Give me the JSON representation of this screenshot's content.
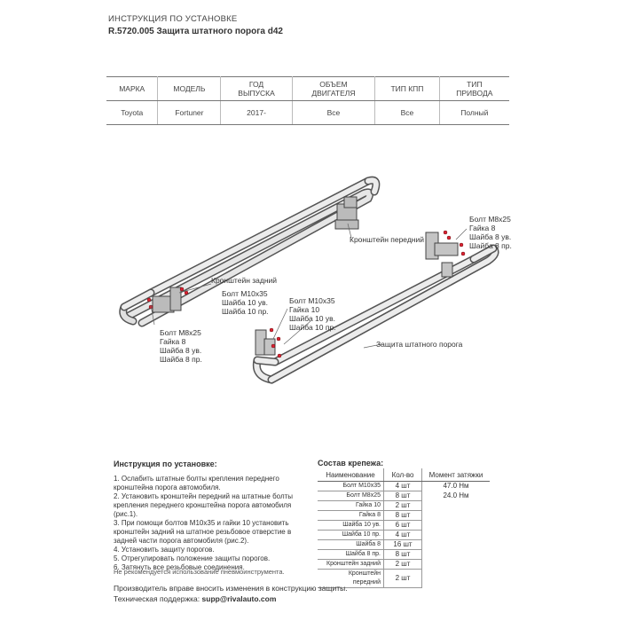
{
  "header": {
    "title": "ИНСТРУКЦИЯ ПО УСТАНОВКЕ",
    "subtitle": "R.5720.005 Защита штатного порога d42"
  },
  "spec_table": {
    "headers": [
      "МАРКА",
      "МОДЕЛЬ",
      "ГОД\nВЫПУСКА",
      "ОБЪЕМ\nДВИГАТЕЛЯ",
      "ТИП КПП",
      "ТИП\nПРИВОДА"
    ],
    "row": [
      "Toyota",
      "Fortuner",
      "2017-",
      "Все",
      "Все",
      "Полный"
    ]
  },
  "drawing_labels": {
    "front_bracket": "Кронштейн передний",
    "rear_bracket": "Кронштейн задний",
    "bolts_right": "Болт М8х25\nГайка 8\nШайба 8 ув.\nШайба 8 пр.",
    "bolts_mid": "Болт М10х35\nШайба 10 ув.\nШайба 10 пр.",
    "bolts_mid2": "Болт М10х35\nГайка 10\nШайба 10 ув.\nШайба 10 пр.",
    "bolts_left": "Болт М8х25\nГайка 8\nШайба 8 ув.\nШайба 8 пр.",
    "threshold": "Защита штатного порога"
  },
  "instructions": {
    "title": "Инструкция по установке:",
    "steps": [
      "1. Ослабить штатные болты крепления переднего кронштейна порога автомобиля.",
      "2. Установить кронштейн передний на штатные болты крепления переднего кронштейна порога автомобиля (рис.1).",
      "3. При помощи болтов М10х35 и гайки 10 установить кронштейн задний на штатное резьбовое отверстие в задней части порога автомобиля (рис.2).",
      "4. Установить защиту порогов.",
      "5. Отрегулировать положение защиты порогов.",
      "6. Затянуть все резьбовые соединения."
    ],
    "note": "Не рекомендуется использование пневмоинструмента."
  },
  "fasteners": {
    "title": "Состав крепежа:",
    "headers": [
      "Наименование",
      "Кол-во",
      "Момент затяжки"
    ],
    "rows": [
      {
        "name": "Болт М10х35",
        "qty": "4 шт",
        "torque": "47.0 Нм"
      },
      {
        "name": "Болт М8х25",
        "qty": "8 шт",
        "torque": "24.0 Нм"
      },
      {
        "name": "Гайка 10",
        "qty": "2 шт",
        "torque": ""
      },
      {
        "name": "Гайка 8",
        "qty": "8 шт",
        "torque": ""
      },
      {
        "name": "Шайба 10 ув.",
        "qty": "6 шт",
        "torque": ""
      },
      {
        "name": "Шайба 10 пр.",
        "qty": "4 шт",
        "torque": ""
      },
      {
        "name": "Шайба 8",
        "qty": "16 шт",
        "torque": ""
      },
      {
        "name": "Шайба 8 пр.",
        "qty": "8 шт",
        "torque": ""
      },
      {
        "name": "Кронштейн задний",
        "qty": "2 шт",
        "torque": ""
      },
      {
        "name": "Кронштейн передний",
        "qty": "2 шт",
        "torque": ""
      }
    ]
  },
  "footer": {
    "line1": "Производитель вправе вносить изменения в конструкцию защиты.",
    "support_label": "Техническая поддержка:",
    "support_email": "supp@rivalauto.com"
  }
}
